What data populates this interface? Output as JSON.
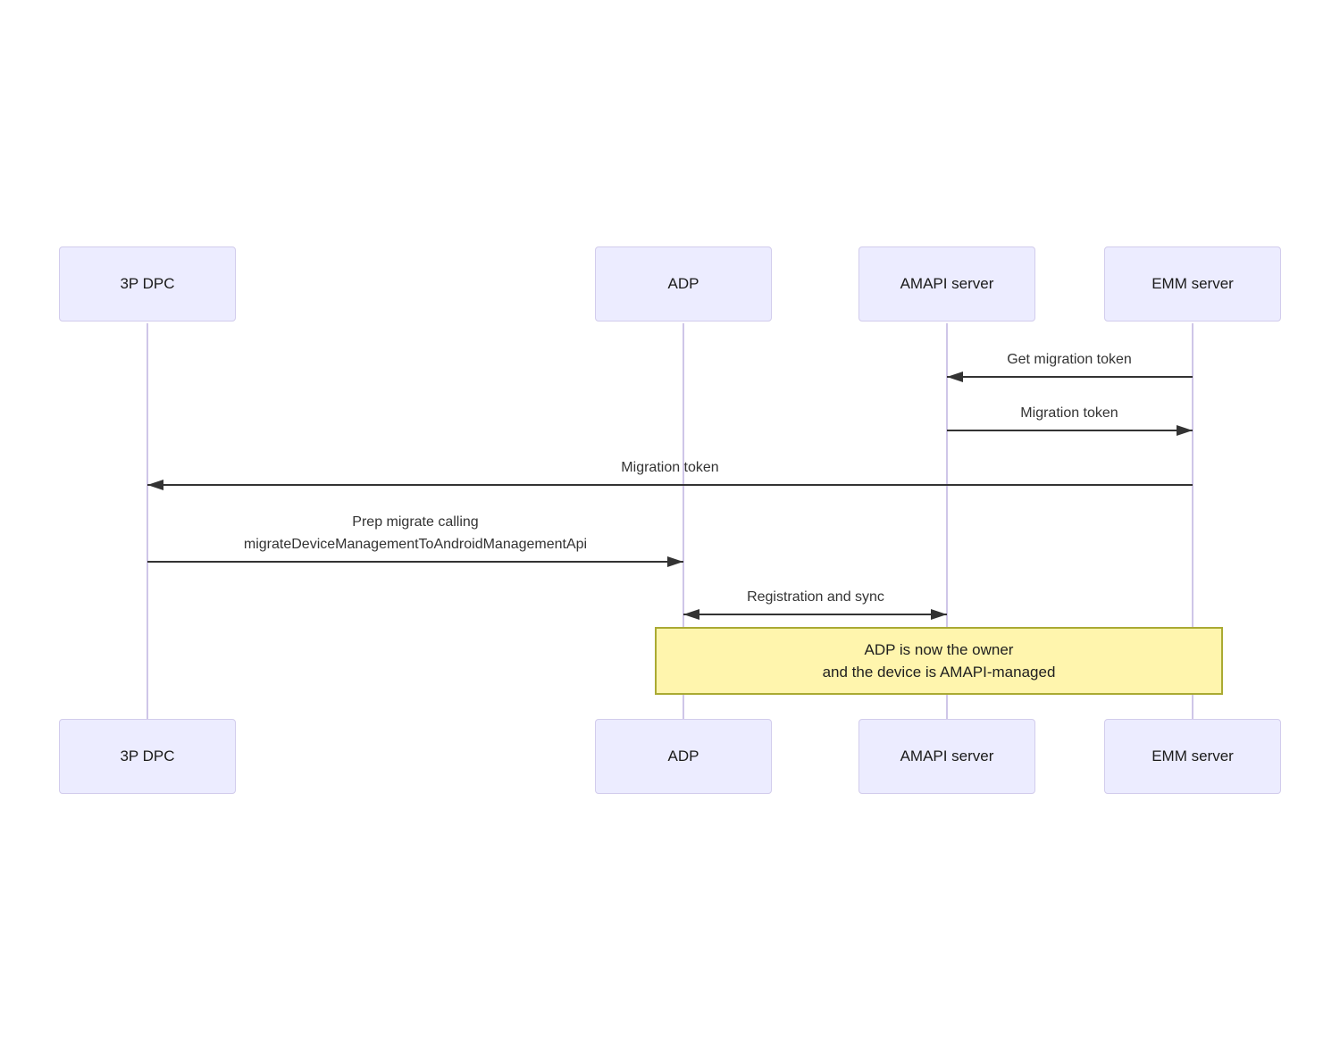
{
  "diagram": {
    "type": "sequence-diagram",
    "actors": [
      {
        "label": "3P DPC"
      },
      {
        "label": "ADP"
      },
      {
        "label": "AMAPI server"
      },
      {
        "label": "EMM server"
      }
    ],
    "messages": [
      {
        "from": "EMM server",
        "to": "AMAPI server",
        "direction": "left",
        "label": "Get migration token"
      },
      {
        "from": "AMAPI server",
        "to": "EMM server",
        "direction": "right",
        "label": "Migration token"
      },
      {
        "from": "EMM server",
        "to": "3P DPC",
        "direction": "left",
        "label": "Migration token"
      },
      {
        "from": "3P DPC",
        "to": "ADP",
        "direction": "right",
        "label": "Prep migrate calling\nmigrateDeviceManagementToAndroidManagementApi"
      },
      {
        "from": "ADP",
        "to": "AMAPI server",
        "direction": "both",
        "label": "Registration and sync"
      }
    ],
    "note": {
      "text": "ADP is now the owner\nand the device is AMAPI-managed"
    },
    "colors": {
      "actor_fill": "#ECECFF",
      "actor_border": "#D2CCEC",
      "lifeline": "#CFC6E8",
      "arrow": "#333333",
      "note_fill": "#FFF5AD",
      "note_border": "#AAAA33",
      "message_text": "#333333"
    }
  }
}
